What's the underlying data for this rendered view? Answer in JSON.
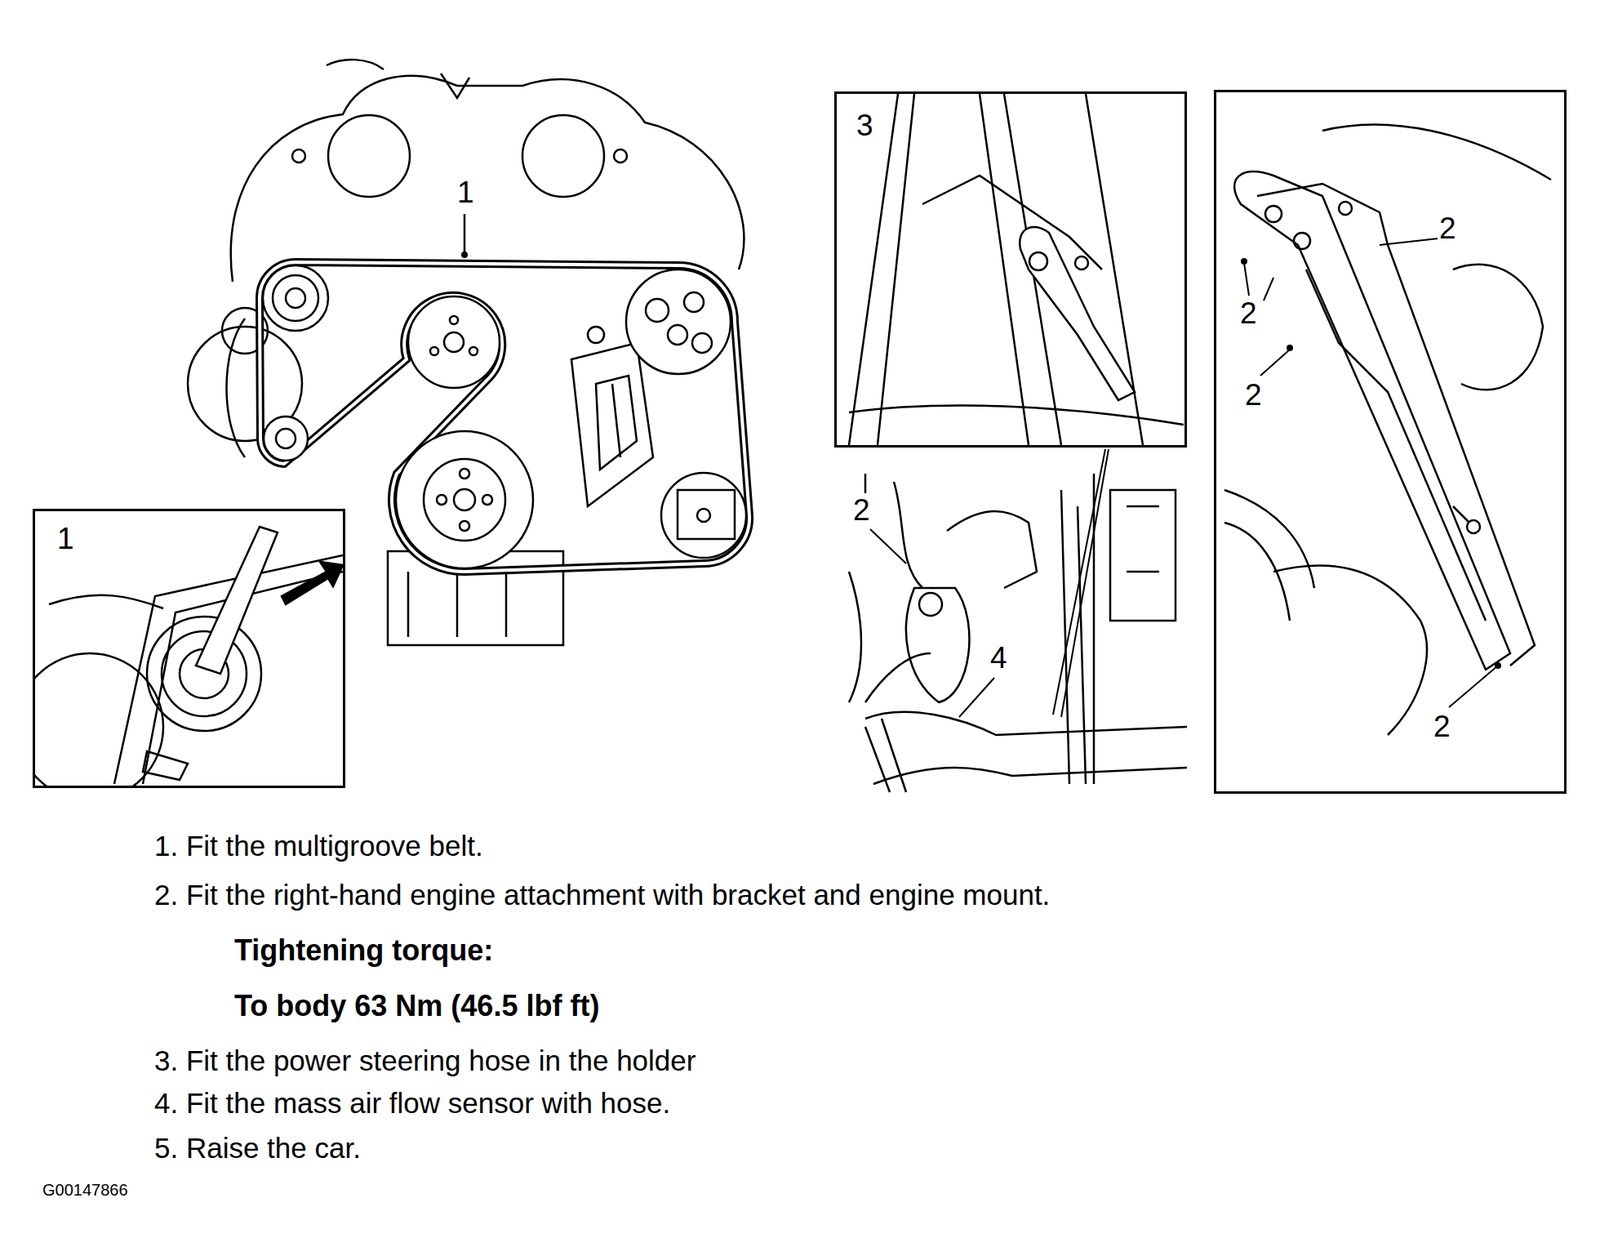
{
  "diagram": {
    "nodes": [
      {
        "text": [
          "1"
        ]
      },
      {
        "text": [
          "3"
        ]
      },
      {
        "text": [
          "2",
          "2",
          "2",
          "2"
        ]
      }
    ],
    "labels": [
      "1",
      "2",
      "4",
      "1. Fit the multigroove belt.",
      "2. Fit the right-hand engine attachment with bracket and engine mount.",
      "Tightening torque:",
      "To body 63 Nm (46.5 lbf ft)",
      "3. Fit the power steering hose in the holder",
      "4. Fit the mass air flow sensor with hose.",
      "5. Raise the car.",
      "G00147866"
    ]
  }
}
